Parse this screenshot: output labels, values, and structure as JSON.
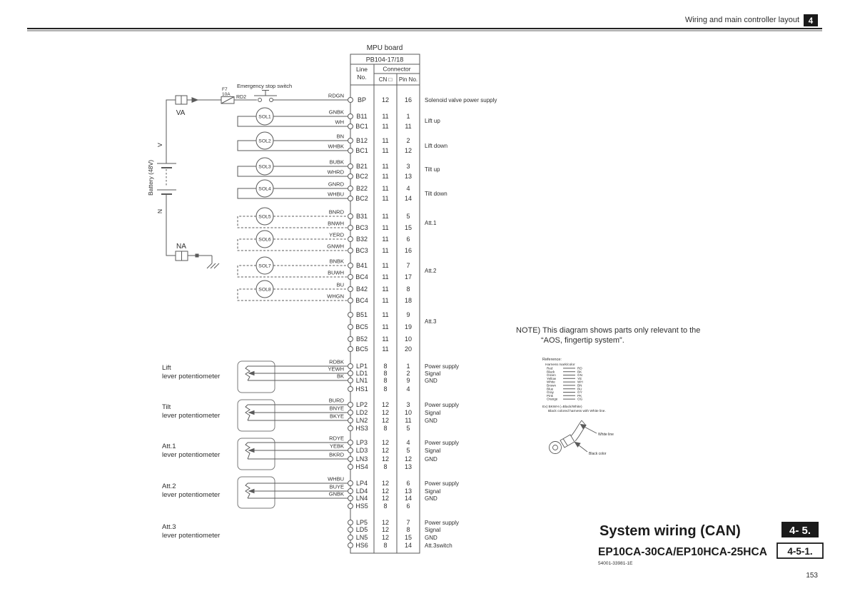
{
  "header": {
    "title": "Wiring and main controller layout",
    "badge": "4"
  },
  "titles": {
    "section": "System wiring (CAN)",
    "section_badge": "4- 5.",
    "model": "EP10CA-30CA/EP10HCA-25HCA",
    "model_badge": "4-5-1.",
    "doc_code": "54001-33981-1E",
    "page_number": "153"
  },
  "note": {
    "line1": "NOTE) This diagram shows parts only relevant to the",
    "line2": "“AOS, fingertip system”."
  },
  "mpu": {
    "title": "MPU board",
    "board": "PB104-17/18",
    "col_line1": "Line",
    "col_line2": "No.",
    "col_connector": "Connector",
    "col_cn": "CN □",
    "col_pin": "Pin No."
  },
  "supply": {
    "battery": "Battery (48V)",
    "v": "V",
    "n": "N",
    "va": "VA",
    "na": "NA",
    "fuse_name": "F7",
    "fuse_rating": "10A",
    "fuse_wire": "RD2",
    "estop": "Emergency stop switch"
  },
  "solenoids": [
    "SOL1",
    "SOL2",
    "SOL3",
    "SOL4",
    "SOL5",
    "SOL6",
    "SOL7",
    "SOL8"
  ],
  "potentiometers": [
    {
      "name": "Lift",
      "sub": "lever potentiometer"
    },
    {
      "name": "Tilt",
      "sub": "lever potentiometer"
    },
    {
      "name": "Att.1",
      "sub": "lever potentiometer"
    },
    {
      "name": "Att.2",
      "sub": "lever potentiometer"
    },
    {
      "name": "Att.3",
      "sub": "lever potentiometer"
    }
  ],
  "rows": [
    {
      "wire": "RDGN",
      "line": "BP",
      "cn": "12",
      "pin": "16",
      "desc": "Solenoid valve power supply"
    },
    {
      "wire": "GNBK",
      "line": "B11",
      "cn": "11",
      "pin": "1",
      "desc": "Lift up"
    },
    {
      "wire": "WH",
      "line": "BC1",
      "cn": "11",
      "pin": "11",
      "desc": ""
    },
    {
      "wire": "BN",
      "line": "B12",
      "cn": "11",
      "pin": "2",
      "desc": "Lift down"
    },
    {
      "wire": "WHBK",
      "line": "BC1",
      "cn": "11",
      "pin": "12",
      "desc": ""
    },
    {
      "wire": "BUBK",
      "line": "B21",
      "cn": "11",
      "pin": "3",
      "desc": "Tilt up"
    },
    {
      "wire": "WHRD",
      "line": "BC2",
      "cn": "11",
      "pin": "13",
      "desc": ""
    },
    {
      "wire": "GNRD",
      "line": "B22",
      "cn": "11",
      "pin": "4",
      "desc": "Tilt down"
    },
    {
      "wire": "WHBU",
      "line": "BC2",
      "cn": "11",
      "pin": "14",
      "desc": ""
    },
    {
      "wire": "BNRD",
      "line": "B31",
      "cn": "11",
      "pin": "5",
      "desc": "Att.1"
    },
    {
      "wire": "BNWH",
      "line": "BC3",
      "cn": "11",
      "pin": "15",
      "desc": ""
    },
    {
      "wire": "YERD",
      "line": "B32",
      "cn": "11",
      "pin": "6",
      "desc": ""
    },
    {
      "wire": "GNWH",
      "line": "BC3",
      "cn": "11",
      "pin": "16",
      "desc": ""
    },
    {
      "wire": "BNBK",
      "line": "B41",
      "cn": "11",
      "pin": "7",
      "desc": "Att.2"
    },
    {
      "wire": "BUWH",
      "line": "BC4",
      "cn": "11",
      "pin": "17",
      "desc": ""
    },
    {
      "wire": "BU",
      "line": "B42",
      "cn": "11",
      "pin": "8",
      "desc": ""
    },
    {
      "wire": "WHGN",
      "line": "BC4",
      "cn": "11",
      "pin": "18",
      "desc": ""
    },
    {
      "wire": "",
      "line": "B51",
      "cn": "11",
      "pin": "9",
      "desc": "Att.3"
    },
    {
      "wire": "",
      "line": "BC5",
      "cn": "11",
      "pin": "19",
      "desc": ""
    },
    {
      "wire": "",
      "line": "B52",
      "cn": "11",
      "pin": "10",
      "desc": ""
    },
    {
      "wire": "",
      "line": "BC5",
      "cn": "11",
      "pin": "20",
      "desc": ""
    },
    {
      "wire": "RDBK",
      "line": "LP1",
      "cn": "8",
      "pin": "1",
      "desc": "Power supply"
    },
    {
      "wire": "YEWH",
      "line": "LD1",
      "cn": "8",
      "pin": "2",
      "desc": "Signal"
    },
    {
      "wire": "BK",
      "line": "LN1",
      "cn": "8",
      "pin": "9",
      "desc": "GND"
    },
    {
      "wire": "",
      "line": "HS1",
      "cn": "8",
      "pin": "4",
      "desc": ""
    },
    {
      "wire": "BURD",
      "line": "LP2",
      "cn": "12",
      "pin": "3",
      "desc": "Power supply"
    },
    {
      "wire": "BNYE",
      "line": "LD2",
      "cn": "12",
      "pin": "10",
      "desc": "Signal"
    },
    {
      "wire": "BKYE",
      "line": "LN2",
      "cn": "12",
      "pin": "11",
      "desc": "GND"
    },
    {
      "wire": "",
      "line": "HS3",
      "cn": "8",
      "pin": "5",
      "desc": ""
    },
    {
      "wire": "RDYE",
      "line": "LP3",
      "cn": "12",
      "pin": "4",
      "desc": "Power supply"
    },
    {
      "wire": "YEBK",
      "line": "LD3",
      "cn": "12",
      "pin": "5",
      "desc": "Signal"
    },
    {
      "wire": "BKRD",
      "line": "LN3",
      "cn": "12",
      "pin": "12",
      "desc": "GND"
    },
    {
      "wire": "",
      "line": "HS4",
      "cn": "8",
      "pin": "13",
      "desc": ""
    },
    {
      "wire": "WHBU",
      "line": "LP4",
      "cn": "12",
      "pin": "6",
      "desc": "Power supply"
    },
    {
      "wire": "BUYE",
      "line": "LD4",
      "cn": "12",
      "pin": "13",
      "desc": "Signal"
    },
    {
      "wire": "GNBK",
      "line": "LN4",
      "cn": "12",
      "pin": "14",
      "desc": "GND"
    },
    {
      "wire": "",
      "line": "HS5",
      "cn": "8",
      "pin": "6",
      "desc": ""
    },
    {
      "wire": "",
      "line": "LP5",
      "cn": "12",
      "pin": "7",
      "desc": "Power supply"
    },
    {
      "wire": "",
      "line": "LD5",
      "cn": "12",
      "pin": "8",
      "desc": "Signal"
    },
    {
      "wire": "",
      "line": "LN5",
      "cn": "12",
      "pin": "15",
      "desc": "GND"
    },
    {
      "wire": "",
      "line": "HS6",
      "cn": "8",
      "pin": "14",
      "desc": "Att.3switch"
    }
  ],
  "reference": {
    "title": "Reference:",
    "subtitle": "Harness mark/color",
    "colors": [
      {
        "name": "Red",
        "code": "RD"
      },
      {
        "name": "Black",
        "code": "BK"
      },
      {
        "name": "Green",
        "code": "GN"
      },
      {
        "name": "Yellow",
        "code": "YE"
      },
      {
        "name": "White",
        "code": "WH"
      },
      {
        "name": "Brown",
        "code": "BN"
      },
      {
        "name": "Blue",
        "code": "BU"
      },
      {
        "name": "Gray",
        "code": "GY"
      },
      {
        "name": "Pink",
        "code": "PK"
      },
      {
        "name": "Orange",
        "code": "OG"
      }
    ],
    "example": "Ex) BKWH (=Black/White)",
    "example_desc": "Black colored harness with White line.",
    "callout_white": "White line",
    "callout_black": "Black color"
  }
}
